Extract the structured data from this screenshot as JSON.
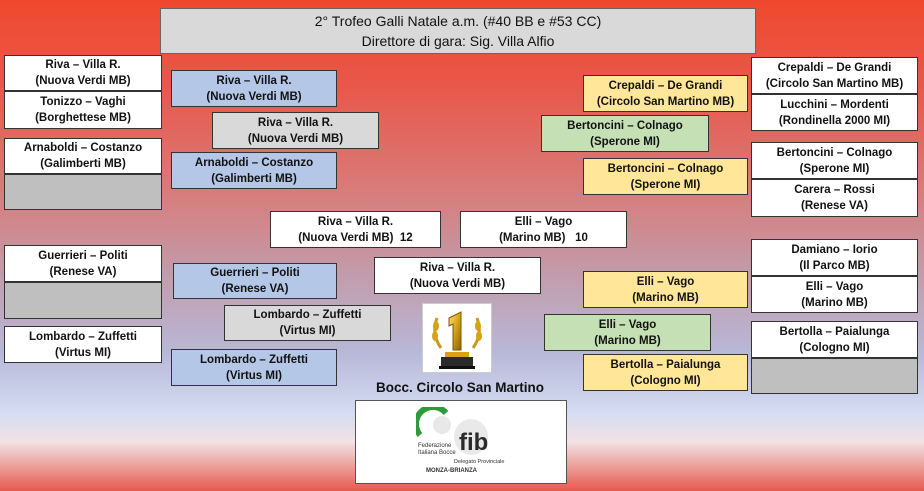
{
  "header": {
    "title": "2° Trofeo Galli Natale a.m. (#40 BB e #53 CC)",
    "director": "Direttore di gara: Sig. Villa Alfio"
  },
  "left": {
    "r1": [
      {
        "team": "Riva – Villa R.",
        "club": "(Nuova Verdi MB)"
      },
      {
        "team": "Tonizzo – Vaghi",
        "club": "(Borghettese MB)"
      },
      {
        "team": "Arnaboldi – Costanzo",
        "club": "(Galimberti MB)"
      },
      {
        "team": "Guerrieri – Politi",
        "club": "(Renese VA)"
      },
      {
        "team": "Lombardo – Zuffetti",
        "club": "(Virtus MI)"
      }
    ],
    "r2": [
      {
        "team": "Riva – Villa R.",
        "club": "(Nuova Verdi MB)"
      },
      {
        "team": "Arnaboldi – Costanzo",
        "club": "(Galimberti MB)"
      },
      {
        "team": "Guerrieri – Politi",
        "club": "(Renese VA)"
      },
      {
        "team": "Lombardo – Zuffetti",
        "club": "(Virtus MI)"
      }
    ],
    "r3": [
      {
        "team": "Riva – Villa R.",
        "club": "(Nuova Verdi MB)"
      },
      {
        "team": "Lombardo – Zuffetti",
        "club": "(Virtus MI)"
      }
    ]
  },
  "right": {
    "r1": [
      {
        "team": "Crepaldi – De Grandi",
        "club": "(Circolo San Martino MB)"
      },
      {
        "team": "Lucchini – Mordenti",
        "club": "(Rondinella 2000 MI)"
      },
      {
        "team": "Bertoncini – Colnago",
        "club": "(Sperone MI)"
      },
      {
        "team": "Carera – Rossi",
        "club": "(Renese VA)"
      },
      {
        "team": "Damiano – Iorio",
        "club": "(Il Parco MB)"
      },
      {
        "team": "Elli – Vago",
        "club": "(Marino MB)"
      },
      {
        "team": "Bertolla – Paialunga",
        "club": "(Cologno MI)"
      }
    ],
    "r2": [
      {
        "team": "Crepaldi – De Grandi",
        "club": "(Circolo San Martino MB)"
      },
      {
        "team": "Bertoncini – Colnago",
        "club": "(Sperone MI)"
      },
      {
        "team": "Elli – Vago",
        "club": "(Marino MB)"
      },
      {
        "team": "Bertolla – Paialunga",
        "club": "(Cologno MI)"
      }
    ],
    "r3": [
      {
        "team": "Bertoncini – Colnago",
        "club": "(Sperone MI)"
      },
      {
        "team": "Elli – Vago",
        "club": "(Marino MB)"
      }
    ]
  },
  "final": {
    "left": {
      "team": "Riva – Villa R.",
      "club": "(Nuova Verdi MB)",
      "score": "12"
    },
    "right": {
      "team": "Elli – Vago",
      "club": "(Marino MB)",
      "score": "10"
    },
    "winner": {
      "team": "Riva – Villa R.",
      "club": "(Nuova Verdi MB)"
    }
  },
  "host": "Bocc. Circolo San Martino",
  "logo": {
    "mark": "fib",
    "federation_line1": "Federazione",
    "federation_line2": "Italiana Bocce",
    "delegation": "Delegato Provinciale",
    "area": "MONZA-BRIANZA"
  },
  "trophy_icon": "trophy-icon",
  "colors": {
    "sf_box": "#b4c7e7",
    "qf_box": "#d9d9d9",
    "right_sf_box": "#ffe699",
    "right_qf_box": "#c5e0b4",
    "fib_green": "#2e9a3a"
  }
}
